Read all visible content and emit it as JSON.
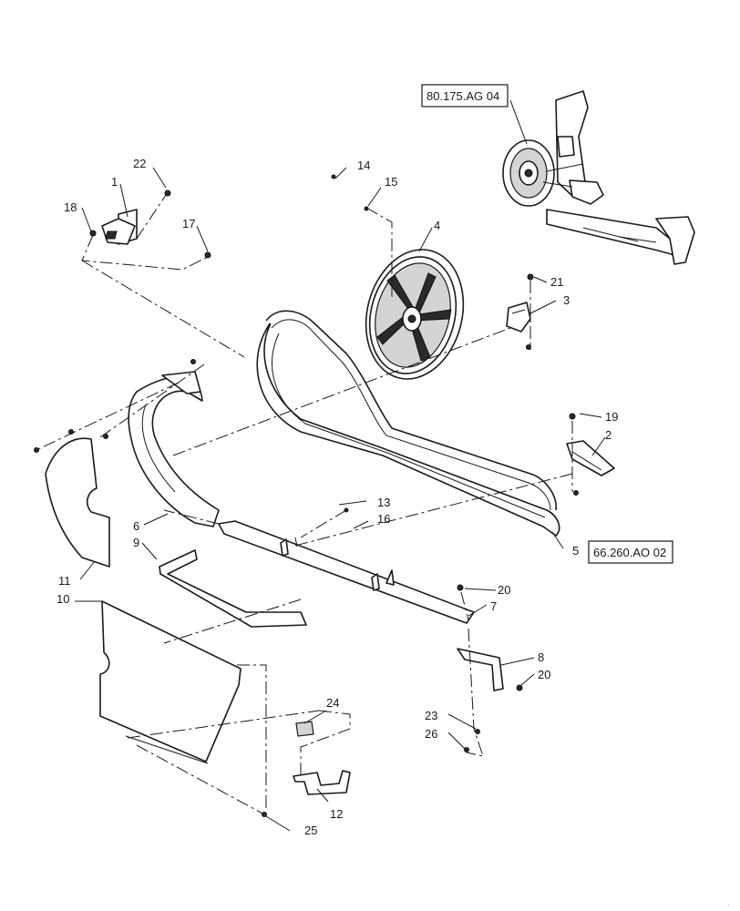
{
  "labels": {
    "p1": "1",
    "p2": "2",
    "p3": "3",
    "p4": "4",
    "p5": "5",
    "p6": "6",
    "p7": "7",
    "p8": "8",
    "p9": "9",
    "p10": "10",
    "p11": "11",
    "p12": "12",
    "p13": "13",
    "p14": "14",
    "p15": "15",
    "p16": "16",
    "p17": "17",
    "p18": "18",
    "p19": "19",
    "p20a": "20",
    "p20b": "20",
    "p21": "21",
    "p22": "22",
    "p23": "23",
    "p24": "24",
    "p25": "25",
    "p26": "26"
  },
  "references": {
    "top": "80.175.AG 04",
    "belt": "66.260.AO 02"
  }
}
